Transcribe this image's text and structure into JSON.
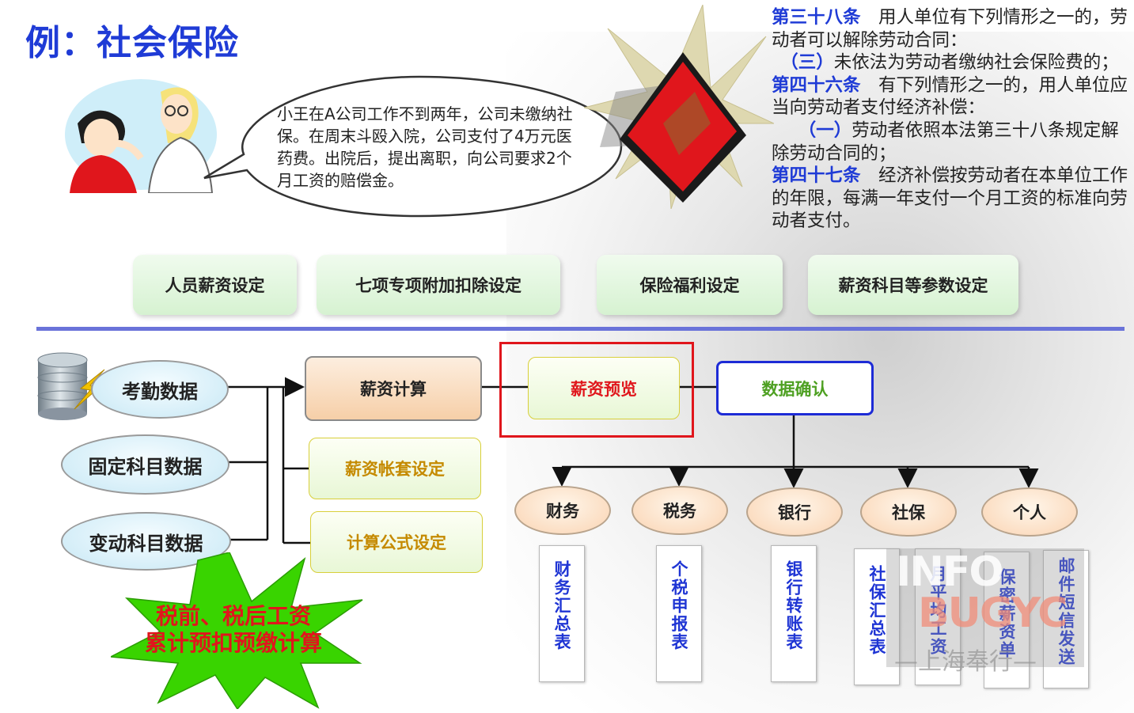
{
  "title": "例：社会保险",
  "scenario": "小王在A公司工作不到两年，公司未缴纳社保。在周末斗殴入院，公司支付了4万元医药费。出院后，提出离职，向公司要求2个月工资的赔偿金。",
  "law": {
    "art38_head": "第三十八条",
    "art38_text": "　用人单位有下列情形之一的，劳动者可以解除劳动合同：",
    "art38_item_no": "（三）",
    "art38_item": "未依法为劳动者缴纳社会保险费的；",
    "art46_head": "第四十六条",
    "art46_text": "　有下列情形之一的，用人单位应当向劳动者支付经济补偿：",
    "art46_item_no": "（一）",
    "art46_item": "劳动者依照本法第三十八条规定解除劳动合同的；",
    "art47_head": "第四十七条",
    "art47_text": "　经济补偿按劳动者在本单位工作的年限，每满一年支付一个月工资的标准向劳动者支付。"
  },
  "settings": [
    "人员薪资设定",
    "七项专项附加扣除设定",
    "保险福利设定",
    "薪资科目等参数设定"
  ],
  "sources": [
    "考勤数据",
    "固定科目数据",
    "变动科目数据"
  ],
  "process": {
    "calc": "薪资计算",
    "account_setup": "薪资帐套设定",
    "formula_setup": "计算公式设定",
    "preview": "薪资预览",
    "confirm": "数据确认"
  },
  "destinations": [
    "财务",
    "税务",
    "银行",
    "社保",
    "个人"
  ],
  "outputs": [
    "财务汇总表",
    "个税申报表",
    "银行转账表",
    "社保汇总表",
    "月平均工资",
    "保密薪资单",
    "邮件短信发送"
  ],
  "star_label": [
    "税前、税后工资",
    "累计预扣预缴计算"
  ],
  "watermark": [
    "INFO",
    "BUGYC",
    "—上海奉行—"
  ],
  "colors": {
    "title_blue": "#1f3bd6",
    "alert_red": "#e0161c",
    "confirm_green": "#4ea022",
    "setup_gold": "#c58a00",
    "divider": "#6a73d9"
  }
}
